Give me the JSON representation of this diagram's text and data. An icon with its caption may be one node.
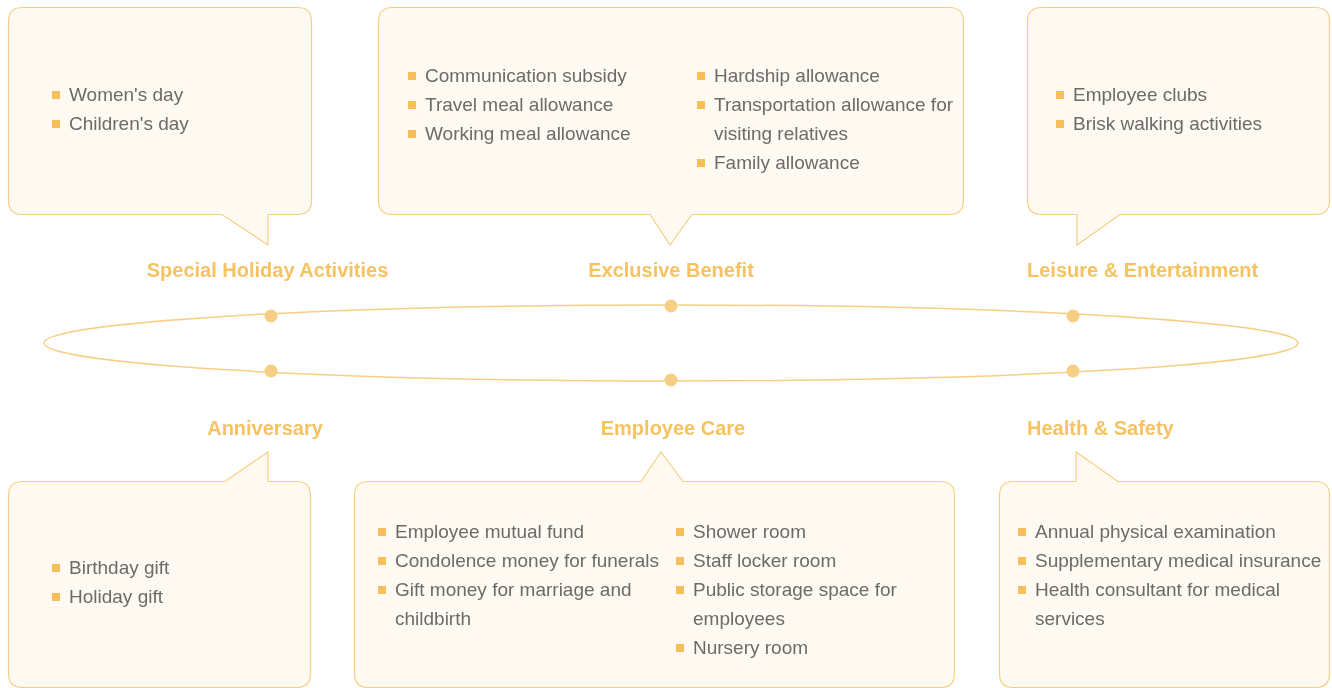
{
  "diagram": {
    "nodes": [
      {
        "text": [
          "Women's day",
          "Children's day",
          "Special Holiday Activities"
        ]
      },
      {
        "text": [
          "Communication subsidy",
          "Travel meal allowance",
          "Working meal allowance",
          "Hardship allowance",
          "Transportation allowance for visiting relatives",
          "Family allowance",
          "Exclusive Benefit"
        ]
      },
      {
        "text": [
          "Employee clubs",
          "Brisk walking activities",
          "Leisure & Entertainment"
        ]
      },
      {
        "text": [
          "Anniversary",
          "Birthday gift",
          "Holiday gift"
        ]
      },
      {
        "text": [
          "Employee Care",
          "Employee mutual fund",
          "Condolence money for funerals",
          "Gift money for marriage and childbirth",
          "Shower room",
          "Staff locker room",
          "Public storage space for employees",
          "Nursery room"
        ]
      },
      {
        "text": [
          "Health & Safety",
          "Annual physical examination",
          "Supplementary medical insurance",
          "Health consultant for medical services"
        ]
      }
    ],
    "edges": []
  }
}
